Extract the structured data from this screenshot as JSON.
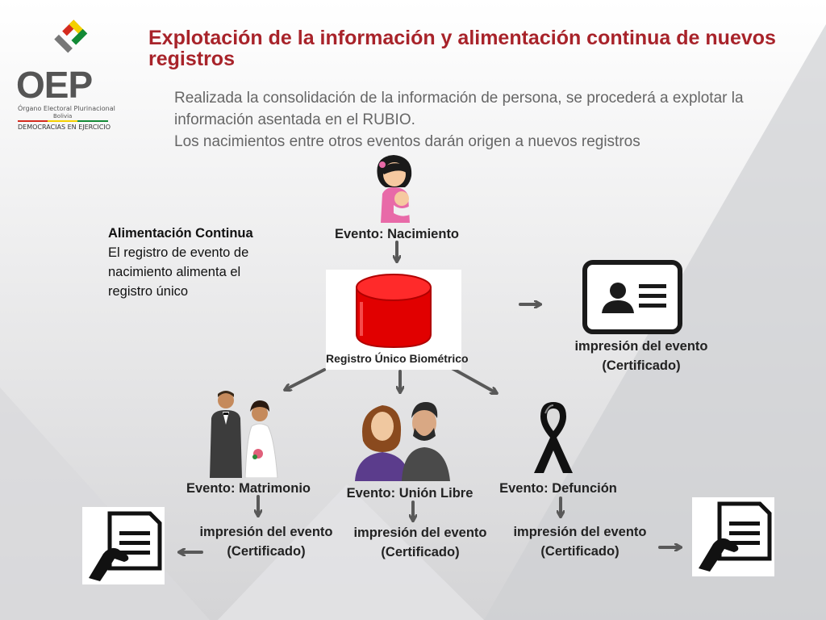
{
  "slide": {
    "title": "Explotación de la información y alimentación continua de nuevos registros",
    "intro_line1": "Realizada la consolidación de la información de persona, se procederá a explotar la información asentada en el RUBIO.",
    "intro_line2": "Los nacimientos entre otros eventos darán origen a nuevos registros"
  },
  "logo": {
    "acronym": "OEP",
    "name": "Órgano Electoral Plurinacional",
    "country": "Bolivia",
    "tagline": "DEMOCRACIAS EN EJERCICIO"
  },
  "left_note": {
    "heading": "Alimentación Continua",
    "body": "El registro de evento de nacimiento alimenta el registro único"
  },
  "nodes": {
    "nacimiento": "Evento: Nacimiento",
    "registro": "Registro Único Biométrico",
    "matrimonio": "Evento: Matrimonio",
    "union": "Evento: Unión Libre",
    "defuncion": "Evento: Defunción"
  },
  "certs": {
    "top_line1": "impresión del evento",
    "top_line2": "(Certificado)",
    "mat_line1": "impresión del evento",
    "mat_line2": "(Certificado)",
    "union_line1": "impresión del evento",
    "union_line2": "(Certificado)",
    "def_line1": "impresión del evento",
    "def_line2": "(Certificado)"
  },
  "colors": {
    "title": "#a8232a",
    "db_red": "#e10000",
    "arrow": "#595959"
  }
}
